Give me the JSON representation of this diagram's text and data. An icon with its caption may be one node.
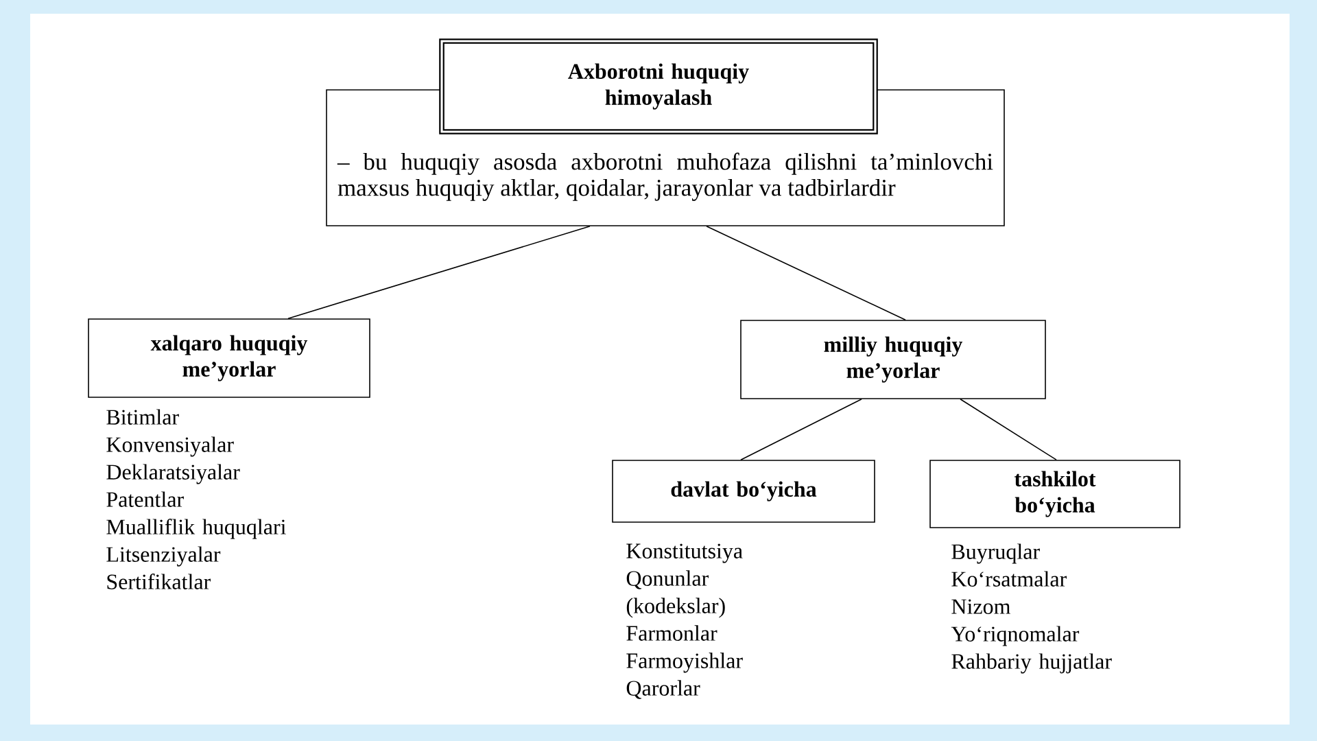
{
  "diagram": {
    "nodes": [
      {
        "text": [
          "Axborotni huquqiy himoyalash"
        ]
      },
      {
        "text": [
          "– bu huquqiy asosda axborotni muhofaza qilishni ta’minlovchi maxsus huquqiy aktlar, qoidalar, jarayonlar va tadbirlardir"
        ]
      },
      {
        "text": [
          "xalqaro huquqiy me’yorlar"
        ],
        "beside": [
          "Bitimlar",
          "Konvensiyalar",
          "Deklaratsiyalar",
          "Patentlar",
          "Mualliflik huquqlari",
          "Litsenziyalar",
          "Sertifikatlar"
        ]
      },
      {
        "text": [
          "milliy huquqiy me’yorlar"
        ]
      },
      {
        "text": [
          "davlat bo‘yicha"
        ],
        "beside": [
          "Konstitutsiya",
          "Qonunlar (kodekslar)",
          "Farmonlar",
          "Farmoyishlar",
          "Qarorlar"
        ]
      },
      {
        "text": [
          "tashkilot bo‘yicha"
        ],
        "beside": [
          "Buyruqlar",
          "Ko‘rsatmalar",
          "Nizom",
          "Yo‘riqnomalar",
          "Rahbariy hujjatlar"
        ]
      }
    ],
    "edges": [
      {
        "from": 1,
        "to": 2,
        "arrow": "none"
      },
      {
        "from": 1,
        "to": 3,
        "arrow": "none"
      },
      {
        "from": 3,
        "to": 4,
        "arrow": "none"
      },
      {
        "from": 3,
        "to": 5,
        "arrow": "none"
      }
    ]
  }
}
